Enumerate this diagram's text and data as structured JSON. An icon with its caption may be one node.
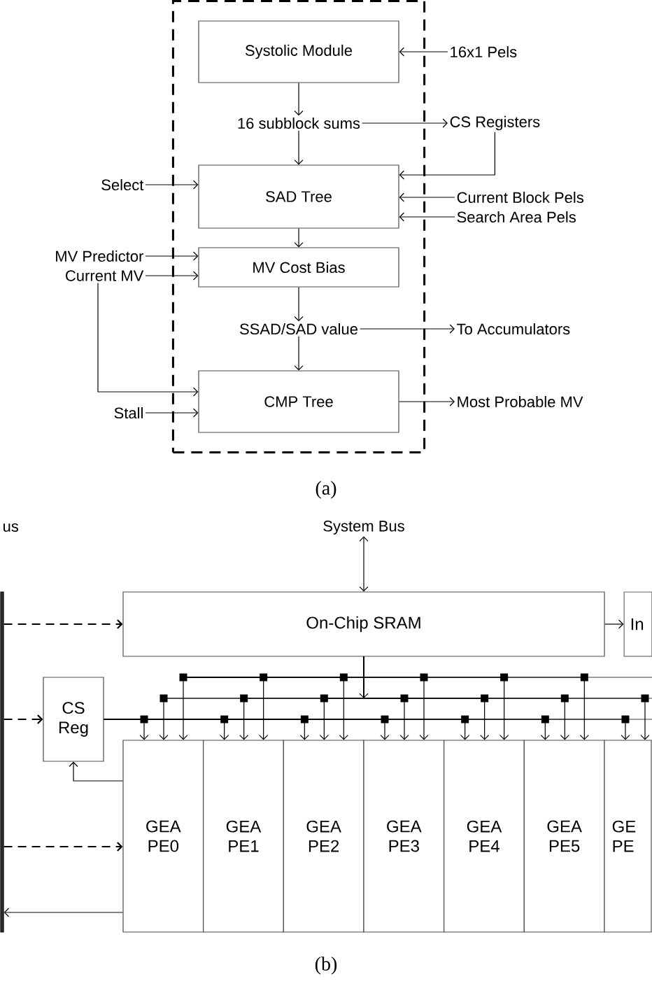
{
  "diagram": {
    "nodes": [
      {
        "text": [],
        "shape": "box"
      },
      {
        "text": [
          "Systolic Module"
        ],
        "in": 0
      },
      {
        "text": [
          "16x1 Pels"
        ]
      },
      {
        "text": [
          "16 subblock sums"
        ],
        "in": 0
      },
      {
        "text": [
          "CS Registers"
        ]
      },
      {
        "text": [
          "Select"
        ]
      },
      {
        "text": [
          "SAD Tree"
        ],
        "in": 0
      },
      {
        "text": [
          "Current Block Pels"
        ]
      },
      {
        "text": [
          "Search Area Pels"
        ]
      },
      {
        "text": [
          "MV Predictor"
        ]
      },
      {
        "text": [
          "MV Cost Bias"
        ],
        "in": 0
      },
      {
        "text": [
          "Current MV"
        ]
      },
      {
        "text": [
          "SSAD/SAD value"
        ],
        "in": 0
      },
      {
        "text": [
          "To Accumulators"
        ]
      },
      {
        "text": [
          "Stall"
        ]
      },
      {
        "text": [
          "CMP Tree"
        ],
        "in": 0
      },
      {
        "text": [
          "Most Probable MV"
        ]
      },
      {
        "text": [
          "System Bus"
        ]
      },
      {
        "text": [],
        "shape": "bar"
      },
      {
        "text": [
          "On-Chip SRAM"
        ]
      },
      {
        "text": [
          "In"
        ]
      },
      {
        "text": [
          "CS Reg"
        ]
      },
      {
        "text": [
          "GEA PE0"
        ]
      },
      {
        "text": [
          "GEA PE1"
        ]
      },
      {
        "text": [
          "GEA PE2"
        ]
      },
      {
        "text": [
          "GEA PE3"
        ]
      },
      {
        "text": [
          "GEA PE4"
        ]
      },
      {
        "text": [
          "GEA PE5"
        ]
      },
      {
        "text": [
          "GE PE"
        ]
      }
    ],
    "edges": [
      {
        "from": 2,
        "to": 1,
        "arrow": "to"
      },
      {
        "from": 1,
        "to": 3,
        "arrow": "to"
      },
      {
        "from": 3,
        "to": 4,
        "arrow": "to"
      },
      {
        "from": 3,
        "to": 6,
        "arrow": "to"
      },
      {
        "from": 4,
        "to": 6,
        "arrow": "to"
      },
      {
        "from": 5,
        "to": 6,
        "arrow": "to"
      },
      {
        "from": 7,
        "to": 6,
        "arrow": "to"
      },
      {
        "from": 8,
        "to": 6,
        "arrow": "to"
      },
      {
        "from": 6,
        "to": 10,
        "arrow": "to"
      },
      {
        "from": 9,
        "to": 10,
        "arrow": "to"
      },
      {
        "from": 11,
        "to": 10,
        "arrow": "to"
      },
      {
        "from": 11,
        "to": 15,
        "arrow": "to"
      },
      {
        "from": 10,
        "to": 12,
        "arrow": "to"
      },
      {
        "from": 12,
        "to": 13,
        "arrow": "to"
      },
      {
        "from": 12,
        "to": 15,
        "arrow": "to"
      },
      {
        "from": 14,
        "to": 15,
        "arrow": "to"
      },
      {
        "from": 15,
        "to": 16,
        "arrow": "to"
      },
      {
        "from": 17,
        "to": 19,
        "arrow": "both"
      },
      {
        "from": 18,
        "to": 19,
        "arrow": "to",
        "style": "dashed"
      },
      {
        "from": 18,
        "to": 21,
        "arrow": "to",
        "style": "dashed"
      },
      {
        "from": 18,
        "to": 22,
        "arrow": "to",
        "style": "dashed"
      },
      {
        "from": 22,
        "to": 18,
        "arrow": "to"
      },
      {
        "from": 22,
        "to": 21,
        "arrow": "to"
      },
      {
        "from": 19,
        "to": 20,
        "arrow": "to"
      },
      {
        "from": 21,
        "to": 22,
        "arrow": "to"
      },
      {
        "from": 21,
        "to": 23,
        "arrow": "to"
      },
      {
        "from": 21,
        "to": 24,
        "arrow": "to"
      },
      {
        "from": 21,
        "to": 25,
        "arrow": "to"
      },
      {
        "from": 21,
        "to": 26,
        "arrow": "to"
      },
      {
        "from": 21,
        "to": 27,
        "arrow": "to"
      },
      {
        "from": 21,
        "to": 28,
        "arrow": "to"
      },
      {
        "from": 19,
        "to": 22,
        "arrow": "to"
      },
      {
        "from": 19,
        "to": 23,
        "arrow": "to"
      },
      {
        "from": 19,
        "to": 24,
        "arrow": "to"
      },
      {
        "from": 19,
        "to": 25,
        "arrow": "to"
      },
      {
        "from": 19,
        "to": 26,
        "arrow": "to"
      },
      {
        "from": 19,
        "to": 27,
        "arrow": "to"
      },
      {
        "from": 19,
        "to": 28,
        "arrow": "to"
      },
      {
        "from": null,
        "to": 22,
        "arrow": "to"
      },
      {
        "from": null,
        "to": 23,
        "arrow": "to"
      },
      {
        "from": null,
        "to": 24,
        "arrow": "to"
      },
      {
        "from": null,
        "to": 25,
        "arrow": "to"
      },
      {
        "from": null,
        "to": 26,
        "arrow": "to"
      },
      {
        "from": null,
        "to": 27,
        "arrow": "to"
      }
    ],
    "labels": [
      "(a)",
      "us",
      "(b)"
    ]
  }
}
